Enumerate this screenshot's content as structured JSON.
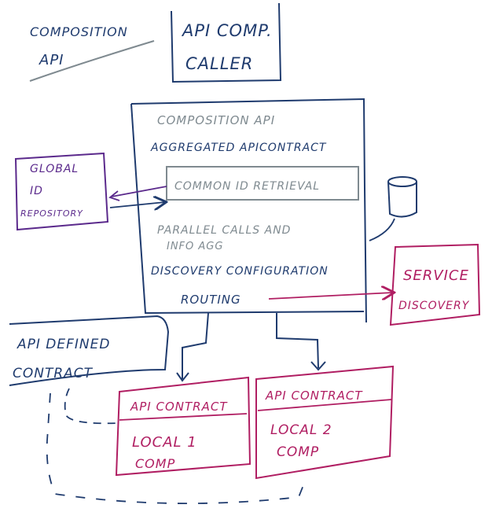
{
  "colors": {
    "blue": "#1f3b6e",
    "gray": "#7f8a90",
    "purple": "#5b2a8c",
    "magenta": "#b01e62"
  },
  "header": {
    "label_line1": "COMPOSITION",
    "label_line2": "API",
    "caller_line1": "API COMP.",
    "caller_line2": "CALLER"
  },
  "composition_box": {
    "title": "COMPOSITION API",
    "aggregated": "AGGREGATED APICONTRACT",
    "common_id": "COMMON ID RETRIEVAL",
    "parallel_line1": "PARALLEL CALLS AND",
    "parallel_line2": "INFO AGG",
    "discovery_config": "DISCOVERY CONFIGURATION",
    "routing": "ROUTING"
  },
  "global_repo": {
    "line1": "GLOBAL",
    "line2": "ID",
    "line3": "REPOSITORY"
  },
  "service_discovery": {
    "line1": "SERVICE",
    "line2": "DISCOVERY"
  },
  "api_defined": {
    "line1": "API DEFINED",
    "line2": "CONTRACT"
  },
  "local1": {
    "header": "API CONTRACT",
    "line1": "LOCAL 1",
    "line2": "COMP"
  },
  "local2": {
    "header": "API CONTRACT",
    "line1": "LOCAL 2",
    "line2": "COMP"
  }
}
